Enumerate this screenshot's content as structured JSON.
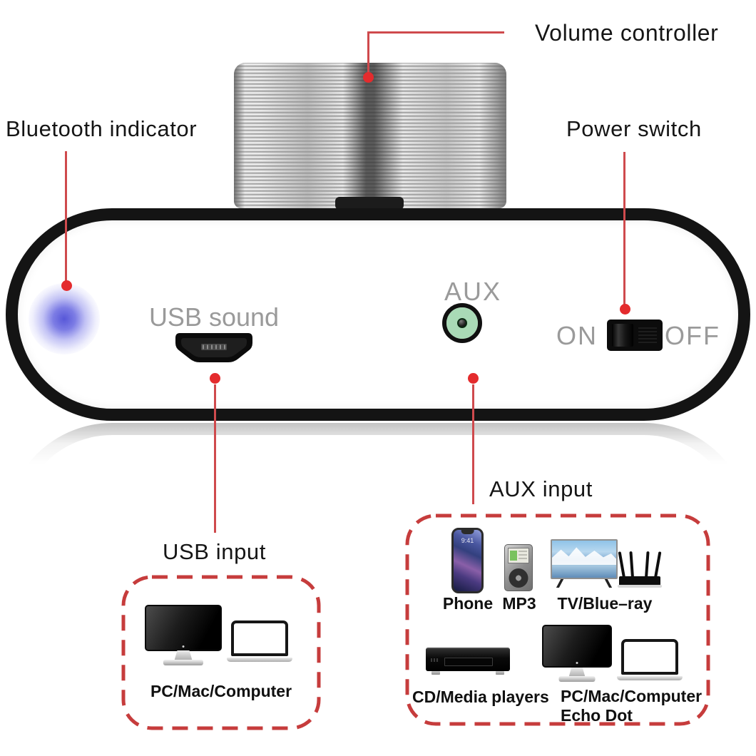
{
  "callouts": {
    "volume_controller": "Volume controller",
    "bluetooth_indicator": "Bluetooth indicator",
    "power_switch": "Power switch",
    "usb_input": "USB input",
    "aux_input": "AUX input"
  },
  "panel": {
    "usb_port_label": "USB sound",
    "aux_jack_label": "AUX",
    "power_on_label": "ON",
    "power_off_label": "OFF"
  },
  "usb_devices": {
    "caption": "PC/Mac/Computer"
  },
  "aux_devices": {
    "phone_caption": "Phone",
    "phone_screen_time": "9:41",
    "mp3_caption": "MP3",
    "tv_caption": "TV/Blue–ray",
    "cd_caption": "CD/Media players",
    "pc_caption_line1": "PC/Mac/Computer",
    "pc_caption_line2": "Echo Dot"
  },
  "colors": {
    "callout_red": "#cf4a4d",
    "dot_red": "#e42b2d",
    "dashed_box_red": "#c63c3c",
    "led_blue": "#5a5ad8",
    "aux_jack_green": "#a9dab6",
    "panel_label_gray": "#9a9a9a",
    "device_border_black": "#141414"
  }
}
